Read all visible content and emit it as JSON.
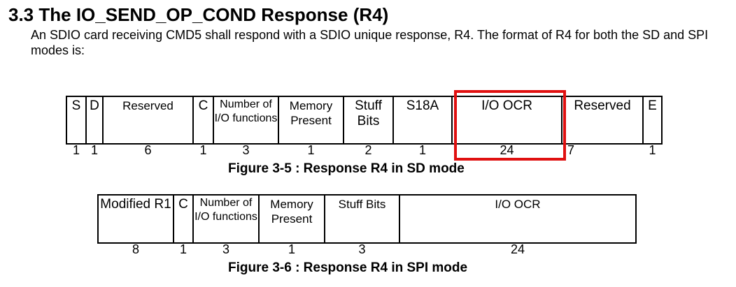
{
  "section": {
    "heading": "3.3 The IO_SEND_OP_COND Response (R4)",
    "paragraph": "An SDIO card receiving CMD5 shall respond with a SDIO unique response, R4. The format of R4 for both the SD and SPI modes is:"
  },
  "figure_sd": {
    "fields": [
      {
        "label": "S",
        "bits": "1"
      },
      {
        "label": "D",
        "bits": "1"
      },
      {
        "label": "Reserved",
        "bits": "6"
      },
      {
        "label": "C",
        "bits": "1"
      },
      {
        "label": "Number of I/O functions",
        "bits": "3"
      },
      {
        "label": "Memory Present",
        "bits": "1"
      },
      {
        "label": "Stuff Bits",
        "bits": "2"
      },
      {
        "label": "S18A",
        "bits": "1"
      },
      {
        "label": "I/O OCR",
        "bits": "24"
      },
      {
        "label": "Reserved",
        "bits": "7"
      },
      {
        "label": "E",
        "bits": "1"
      }
    ],
    "caption": "Figure 3-5 :  Response R4 in SD mode"
  },
  "figure_spi": {
    "fields": [
      {
        "label": "Modified R1",
        "bits": "8"
      },
      {
        "label": "C",
        "bits": "1"
      },
      {
        "label": "Number of I/O functions",
        "bits": "3"
      },
      {
        "label": "Memory Present",
        "bits": "1"
      },
      {
        "label": "Stuff Bits",
        "bits": "3"
      },
      {
        "label": "I/O OCR",
        "bits": "24"
      }
    ],
    "caption": "Figure 3-6 : Response R4 in SPI mode"
  },
  "highlight_color": "#e01010"
}
